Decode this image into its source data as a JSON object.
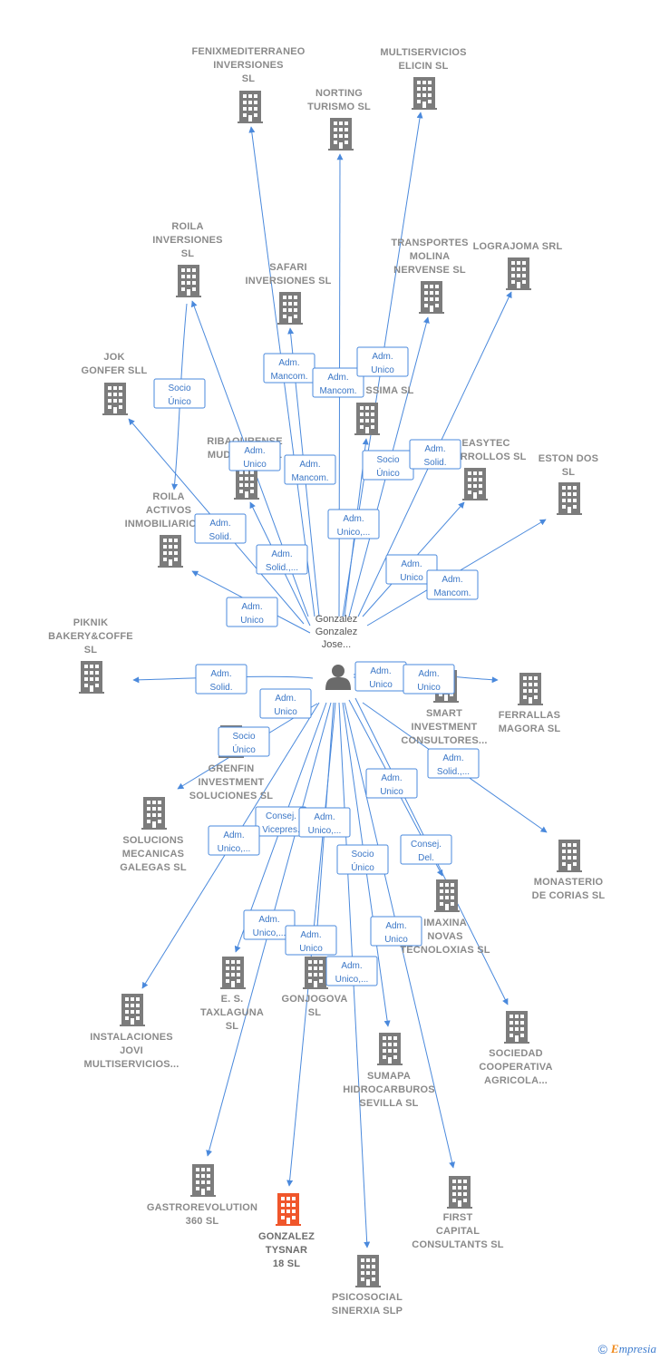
{
  "colors": {
    "edge": "#4a89dc",
    "company": "#7c7c7c",
    "highlight": "#f0562b",
    "person": "#6a6a6a"
  },
  "center": {
    "name": "person-gonzalez",
    "label": [
      "Gonzalez",
      "Gonzalez",
      "Jose..."
    ],
    "icon": "person-icon"
  },
  "companies": [
    {
      "id": "fenixmediterraneo",
      "label": [
        "FENIXMEDITERRANEO",
        "INVERSIONES",
        "SL"
      ]
    },
    {
      "id": "multiservicios-elicin",
      "label": [
        "MULTISERVICIOS",
        "ELICIN SL"
      ]
    },
    {
      "id": "norting-turismo",
      "label": [
        "NORTING",
        "TURISMO  SL"
      ]
    },
    {
      "id": "roila-inversiones",
      "label": [
        "ROILA",
        "INVERSIONES",
        "SL"
      ]
    },
    {
      "id": "transportes-molina",
      "label": [
        "TRANSPORTES",
        "MOLINA",
        "NERVENSE  SL"
      ]
    },
    {
      "id": "lograjoma",
      "label": [
        "LOGRAJOMA SRL"
      ]
    },
    {
      "id": "safari-inversiones",
      "label": [
        "SAFARI",
        "INVERSIONES SL"
      ]
    },
    {
      "id": "jok-gonfer",
      "label": [
        "JOK",
        "GONFER SLL"
      ]
    },
    {
      "id": "ssima",
      "label": [
        "SSIMA SL"
      ]
    },
    {
      "id": "ribaourense",
      "label": [
        "RIBAOURENSE",
        "MUDANZAS SL"
      ]
    },
    {
      "id": "easytec",
      "label": [
        "EASYTEC",
        "CARROLLOS SL"
      ]
    },
    {
      "id": "eston-dos",
      "label": [
        "ESTON DOS",
        "SL"
      ]
    },
    {
      "id": "roila-activos",
      "label": [
        "ROILA",
        "ACTIVOS",
        "INMOBILIARIOS..."
      ]
    },
    {
      "id": "piknik",
      "label": [
        "PIKNIK",
        "BAKERY&COFFE",
        "SL"
      ]
    },
    {
      "id": "smart-investment",
      "label": [
        "SMART",
        "INVESTMENT",
        "CONSULTORES..."
      ]
    },
    {
      "id": "ferrallas-magora",
      "label": [
        "FERRALLAS",
        "MAGORA SL"
      ]
    },
    {
      "id": "grenfin",
      "label": [
        "GRENFIN",
        "INVESTMENT",
        "SOLUCIONES SL"
      ]
    },
    {
      "id": "solucions-mecanicas",
      "label": [
        "SOLUCIONS",
        "MECANICAS",
        "GALEGAS  SL"
      ]
    },
    {
      "id": "monasterio-corias",
      "label": [
        "MONASTERIO",
        "DE CORIAS SL"
      ]
    },
    {
      "id": "imaxina",
      "label": [
        "IMAXINA",
        "NOVAS",
        "TECNOLOXIAS SL"
      ]
    },
    {
      "id": "instalaciones-jovi",
      "label": [
        "INSTALACIONES",
        "JOVI",
        "MULTISERVICIOS..."
      ]
    },
    {
      "id": "es-taxlaguna",
      "label": [
        "E. S.",
        "TAXLAGUNA",
        "SL"
      ]
    },
    {
      "id": "gonjogova",
      "label": [
        "GONJOGOVA",
        "SL"
      ]
    },
    {
      "id": "sociedad-cooperativa",
      "label": [
        "SOCIEDAD",
        "COOPERATIVA",
        "AGRICOLA..."
      ]
    },
    {
      "id": "sumapa",
      "label": [
        "SUMAPA",
        "HIDROCARBUROS",
        "SEVILLA  SL"
      ]
    },
    {
      "id": "gastrorevolution",
      "label": [
        "GASTROREVOLUTION",
        "360  SL"
      ]
    },
    {
      "id": "gonzalez-tysnar",
      "label": [
        "GONZALEZ",
        "TYSNAR",
        "18  SL"
      ],
      "highlight": true
    },
    {
      "id": "first-capital",
      "label": [
        "FIRST",
        "CAPITAL",
        "CONSULTANTS SL"
      ]
    },
    {
      "id": "psicosocial",
      "label": [
        "PSICOSOCIAL",
        "SINERXIA SLP"
      ]
    }
  ],
  "roles": [
    [
      "Socio",
      "Único"
    ],
    [
      "Adm.",
      "Mancom."
    ],
    [
      "Adm.",
      "Mancom."
    ],
    [
      "Adm.",
      "Unico"
    ],
    [
      "Adm.",
      "Unico"
    ],
    [
      "Adm.",
      "Mancom."
    ],
    [
      "Socio",
      "Único"
    ],
    [
      "Adm.",
      "Solid."
    ],
    [
      "Adm.",
      "Solid."
    ],
    [
      "Adm.",
      "Unico,..."
    ],
    [
      "Adm.",
      "Solid.,..."
    ],
    [
      "Adm.",
      "Unico"
    ],
    [
      "Adm.",
      "Mancom."
    ],
    [
      "Adm.",
      "Unico"
    ],
    [
      "Adm.",
      "Solid."
    ],
    [
      "Adm.",
      "Unico"
    ],
    [
      "Adm.",
      "Unico"
    ],
    [
      "Adm.",
      "Unico"
    ],
    [
      "Socio",
      "Único"
    ],
    [
      "Adm.",
      "Solid.,..."
    ],
    [
      "Adm.",
      "Unico"
    ],
    [
      "Consej.",
      "Vicepres."
    ],
    [
      "Adm.",
      "Unico,..."
    ],
    [
      "Adm.",
      "Unico,..."
    ],
    [
      "Socio",
      "Único"
    ],
    [
      "Consej.",
      "Del."
    ],
    [
      "Adm.",
      "Unico,..."
    ],
    [
      "Adm.",
      "Unico"
    ],
    [
      "Adm.",
      "Unico"
    ],
    [
      "Adm.",
      "Unico,..."
    ]
  ],
  "footer": {
    "copyright": "©",
    "brand_e": "E",
    "brand_rest": "mpresia"
  }
}
